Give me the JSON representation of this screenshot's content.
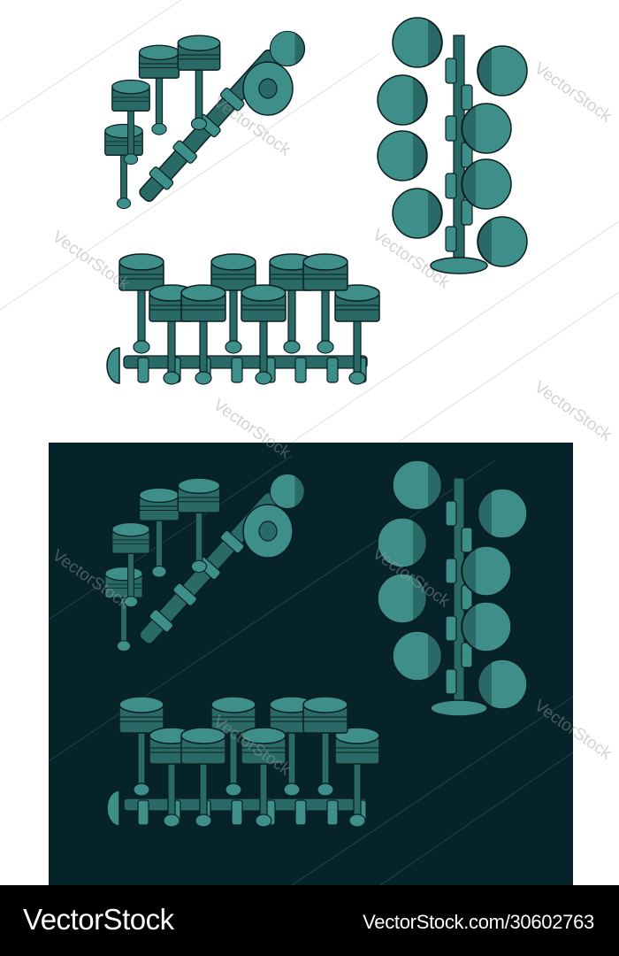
{
  "watermark_text": "VectorStock",
  "footer": {
    "brand": "VectorStock",
    "image_id": "VectorStock.com/30602763"
  },
  "palette": {
    "light_background": "#ffffff",
    "dark_background": "#06232a",
    "teal_light": "#3e8f89",
    "teal_dark": "#2a6a66",
    "outline": "#0b1f22",
    "footer_background": "#000000",
    "footer_text": "#ffffff"
  }
}
